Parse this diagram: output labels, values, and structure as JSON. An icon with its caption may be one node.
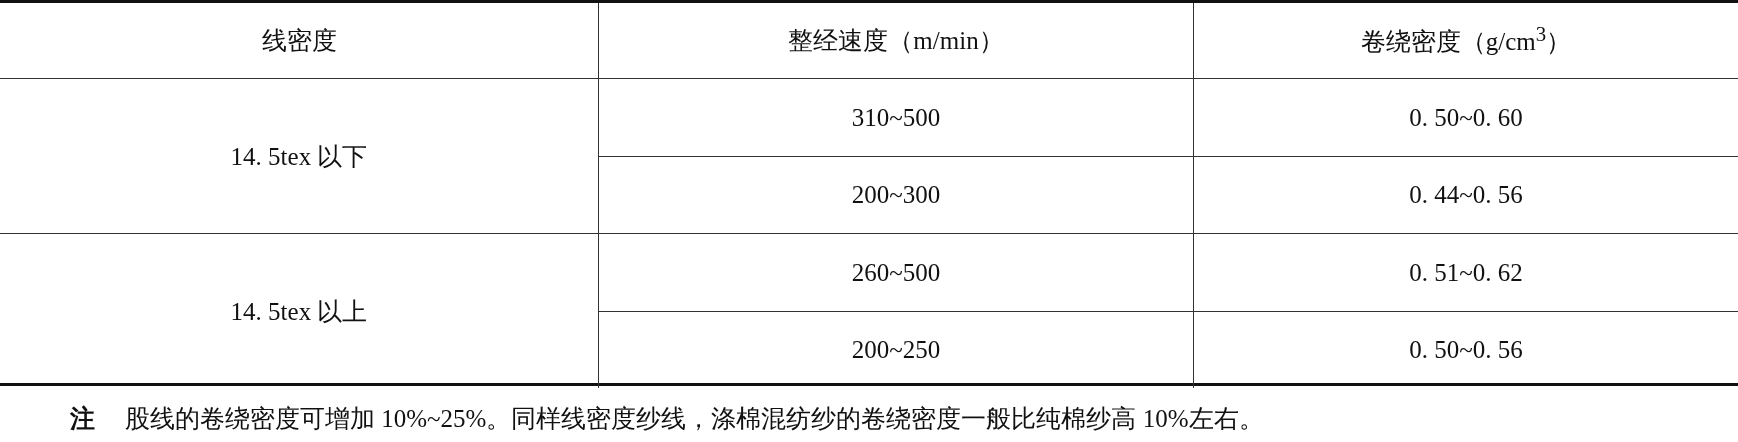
{
  "diagram": {
    "labels": [
      "线密度",
      "整经速度（m/min）",
      "卷绕密度（g/cm$^{3}$）",
      "14. 5tex 以下",
      "310~500",
      "0. 50~0. 60",
      "200~300",
      "0. 44~0. 56",
      "14. 5tex 以上",
      "260~500",
      "0. 51~0. 62",
      "200~250",
      "0. 50~0. 56",
      "注",
      "股线的卷绕密度可增加 10%~25%。同样线密度纱线，涤棉混纺纱的卷绕密度一般比纯棉纱高 10%左右。"
    ]
  }
}
